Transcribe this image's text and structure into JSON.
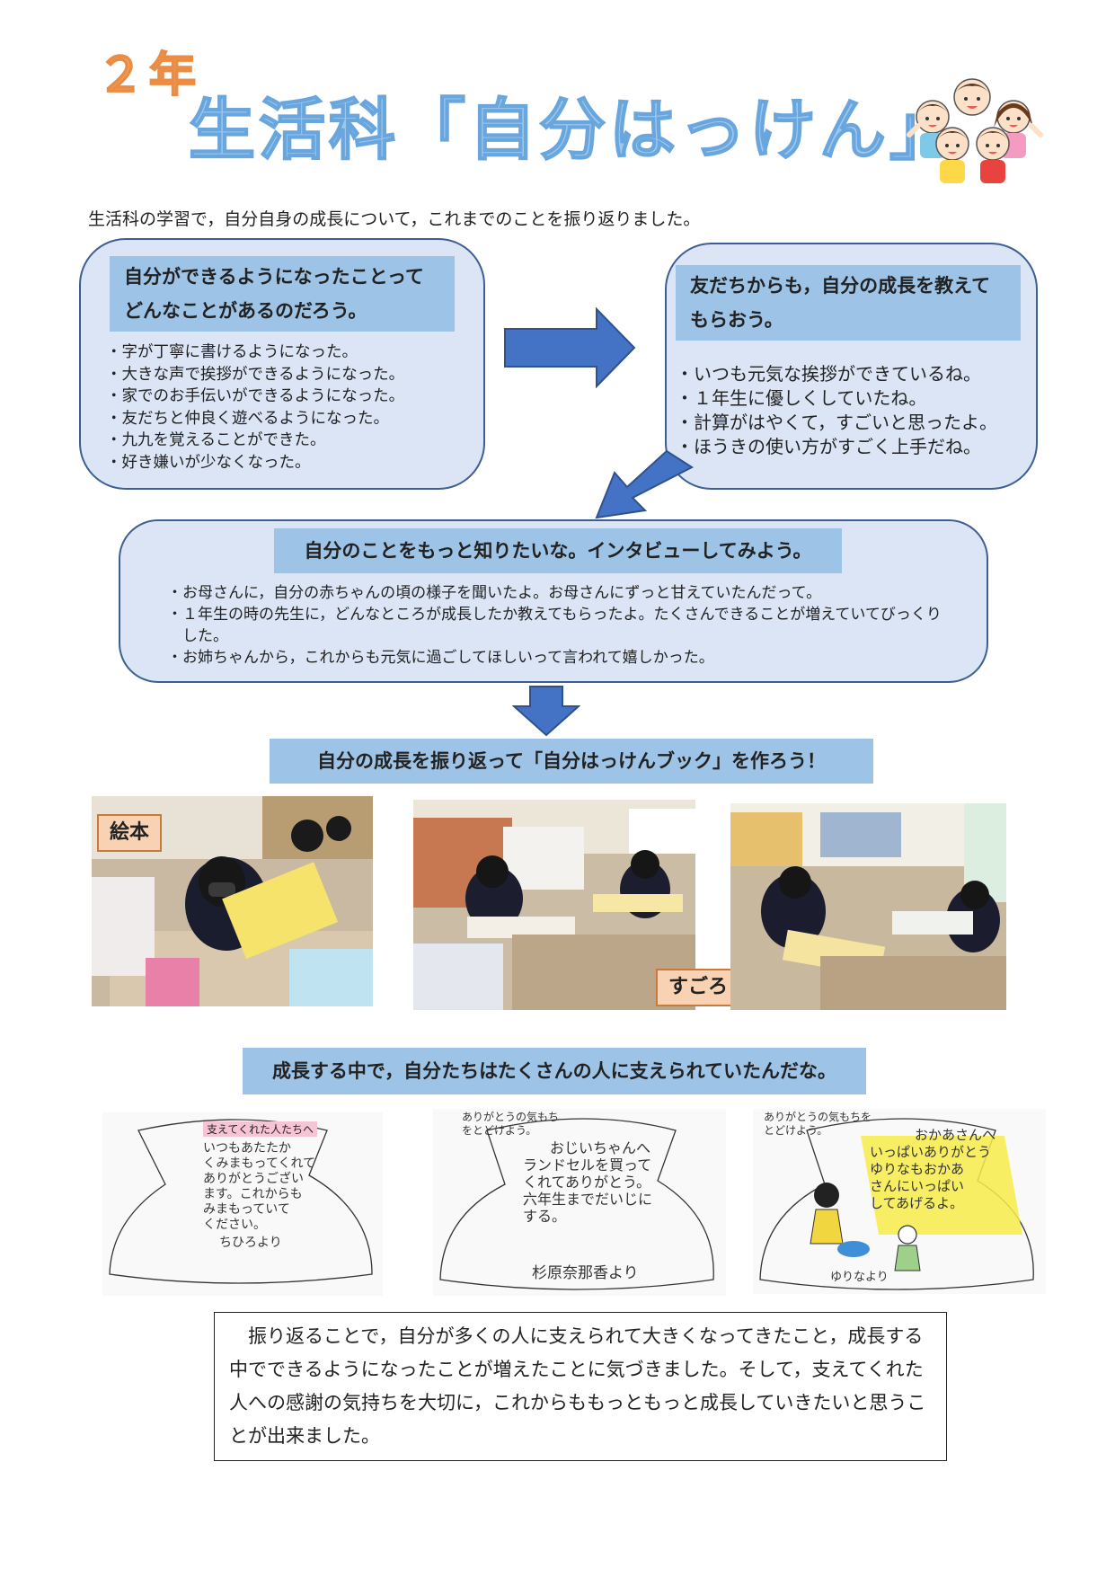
{
  "header": {
    "grade": "２年",
    "title": "生活科「自分はっけん」",
    "illustration_icon": "children-group-icon"
  },
  "intro": "生活科の学習で，自分自身の成長について，これまでのことを振り返りました。",
  "box1": {
    "heading": "自分ができるようになったことって\nどんなことがあるのだろう。",
    "items": [
      "字が丁寧に書けるようになった。",
      "大きな声で挨拶ができるようになった。",
      "家でのお手伝いができるようになった。",
      "友だちと仲良く遊べるようになった。",
      "九九を覚えることができた。",
      "好き嫌いが少なくなった。"
    ]
  },
  "box2": {
    "heading": "友だちからも，自分の成長を教えて\nもらおう。",
    "items": [
      "いつも元気な挨拶ができているね。",
      "１年生に優しくしていたね。",
      "計算がはやくて，すごいと思ったよ。",
      "ほうきの使い方がすごく上手だね。"
    ]
  },
  "box3": {
    "heading": "自分のことをもっと知りたいな。インタビューしてみよう。",
    "items": [
      "お母さんに，自分の赤ちゃんの頃の様子を聞いたよ。お母さんにずっと甘えていたんだって。",
      "１年生の時の先生に，どんなところが成長したか教えてもらったよ。たくさんできることが増えていてびっくりした。",
      "お姉ちゃんから，これからも元気に過ごしてほしいって言われて嬉しかった。"
    ]
  },
  "book_heading": "自分の成長を振り返って「自分はっけんブック」を作ろう！",
  "photos": {
    "tag1": "絵本",
    "tag2": "すごろく"
  },
  "support_heading": "成長する中で，自分たちはたくさんの人に支えられていたんだな。",
  "letters": {
    "letter1": {
      "header": "支えてくれた人たちへ",
      "lines": [
        "いつもあたたか",
        "くみまもってくれて",
        "ありがとうござい",
        "ます。これからも",
        "みまもっていて",
        "ください。"
      ],
      "signature": "ちひろより"
    },
    "letter2": {
      "header": "ありがとうの気もちをとどけよう。",
      "lines": [
        "おじいちゃんへ",
        "ランドセルを買って",
        "くれてありがとう。",
        "六年生までだいじに",
        "する。"
      ],
      "signature": "杉原奈那香より"
    },
    "letter3": {
      "header": "ありがとうの気もちをとどけよう。",
      "lines": [
        "おかあさんへ",
        "いっぱいありがとう",
        "ゆりなもおかあ",
        "さんにいっぱい",
        "してあげるよ。"
      ],
      "signature": "ゆりなより"
    }
  },
  "summary": "振り返ることで，自分が多くの人に支えられて大きくなってきたこと，成長する中でできるようになったことが増えたことに気づきました。そして，支えてくれた人への感謝の気持ちを大切に，これからももっともっと成長していきたいと思うことが出来ました。",
  "colors": {
    "box_fill": "#dbe5f6",
    "box_border": "#3d5e93",
    "heading_fill": "#9dc3e6",
    "arrow": "#4472c4",
    "tag_fill": "#f8d2b3",
    "title_blue": "#9cc8f0",
    "grade_orange": "#f2a86a"
  }
}
